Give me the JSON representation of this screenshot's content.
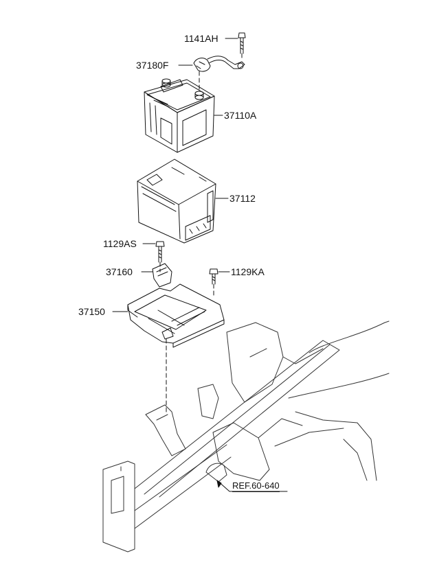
{
  "parts": {
    "bolt_top": "1141AH",
    "terminal": "37180F",
    "battery": "37110A",
    "tray": "37112",
    "bolt_left": "1129AS",
    "clamp": "37160",
    "bolt_right": "1129KA",
    "bracket": "37150"
  },
  "reference": "REF.60-640",
  "colors": {
    "line": "#111111",
    "background": "#ffffff"
  }
}
